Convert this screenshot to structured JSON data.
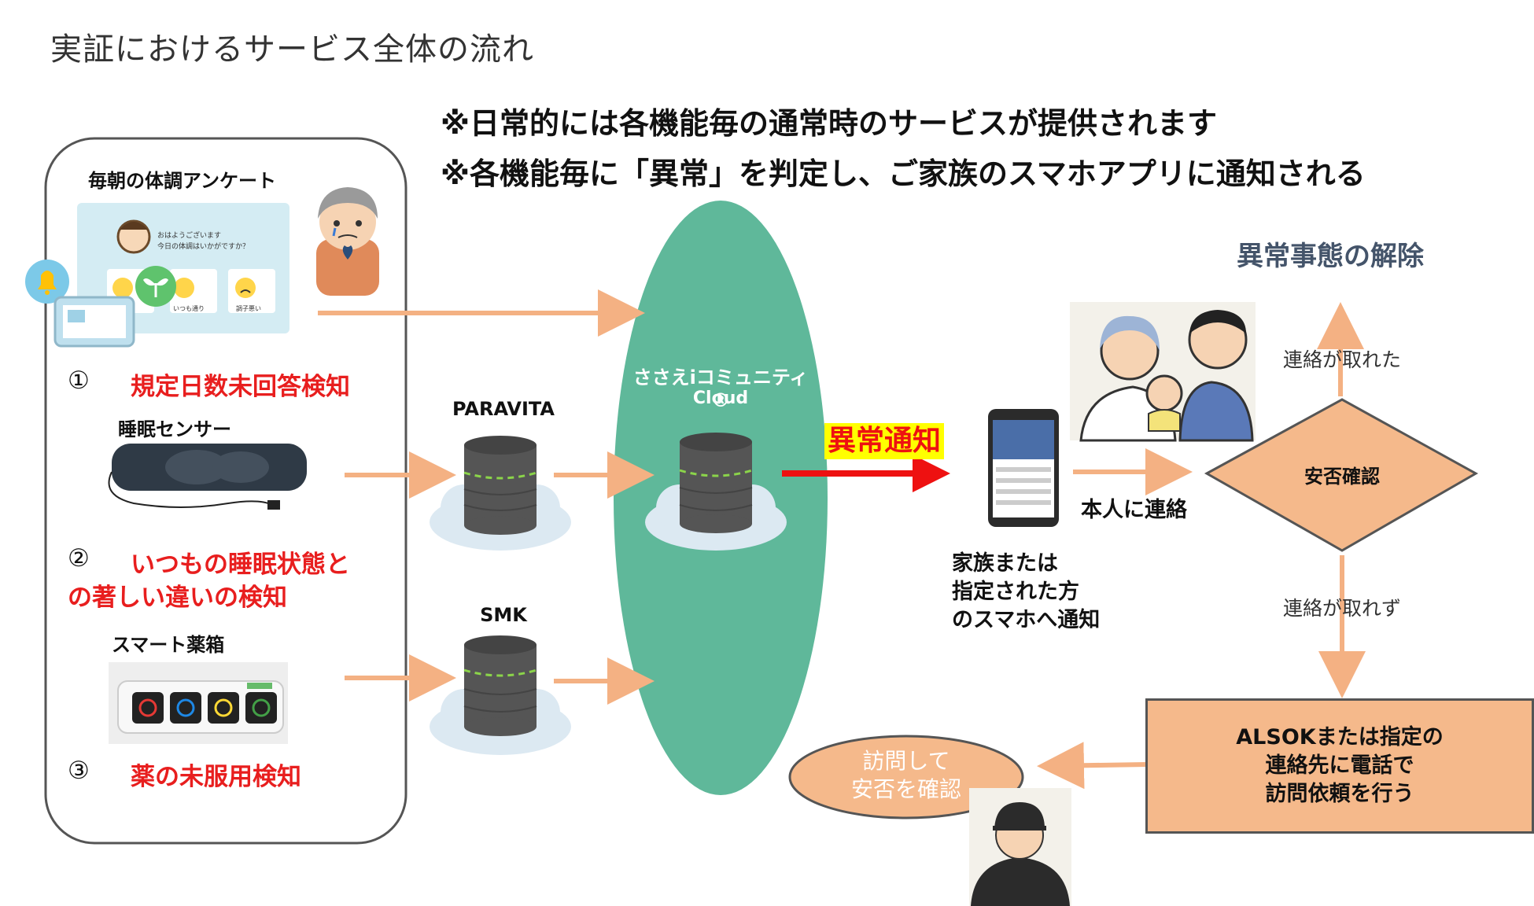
{
  "page_title": "実証におけるサービス全体の流れ",
  "notes": [
    "※日常的には各機能毎の通常時のサービスが提供されます",
    "※各機能毎に「異常」を判定し、ご家族のスマホアプリに通知される"
  ],
  "left_panel": {
    "survey": {
      "label": "毎朝の体調アンケート",
      "screen_greeting": "おはようございます",
      "screen_question": "今日の体調はいかがですか？",
      "option_1": "いつも通り",
      "option_2": "調子悪い",
      "number": "①",
      "detection": "規定日数未回答検知"
    },
    "sleep": {
      "label": "睡眠センサー",
      "number": "②",
      "detection_line1": "いつもの睡眠状態と",
      "detection_line2": "の著しい違いの検知"
    },
    "medicine": {
      "label": "スマート薬箱",
      "number": "③",
      "detection": "薬の未服用検知"
    }
  },
  "servers": {
    "paravita": "PARAVITA",
    "smk": "SMK"
  },
  "cloud": {
    "name_line1": "ささえiコミュニティ®",
    "name_line2": "Cloud"
  },
  "alert_label": "異常通知",
  "phone": {
    "caption_line1": "家族または",
    "caption_line2": "指定された方",
    "caption_line3": "のスマホへ通知"
  },
  "contact_label": "本人に連絡",
  "decision": {
    "label": "安否確認",
    "yes_label": "連絡が取れた",
    "no_label": "連絡が取れず"
  },
  "resolution": "異常事態の解除",
  "alsok_box": {
    "line1": "ALSOKまたは指定の",
    "line2": "連絡先に電話で",
    "line3": "訪問依頼を行う"
  },
  "visit": {
    "line1": "訪問して",
    "line2": "安否を確認"
  },
  "colors": {
    "arrow": "#f4b183",
    "cloud_ellipse": "#5fb89a",
    "alert_red": "#ee1111",
    "alert_highlight": "#ffff00",
    "box_fill": "#f5b98b",
    "resolution_text": "#44546a"
  }
}
